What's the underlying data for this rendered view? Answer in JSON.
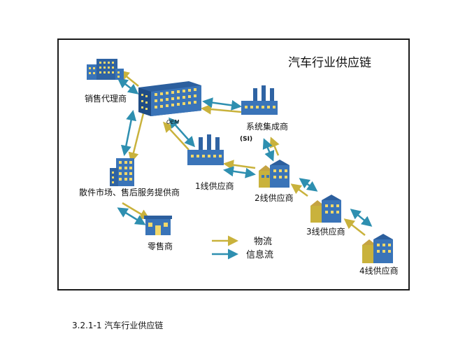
{
  "title": "汽车行业供应链",
  "colors": {
    "physical_flow": "#c9b23c",
    "info_flow": "#2e8fb0",
    "building": "#3a74b8",
    "window": "#f2d86a"
  },
  "nodes": {
    "oem": "OEM",
    "dealer": "销售代理商",
    "system_integrator": "系统集成商",
    "si_tag": "(SI)",
    "tier1": "1线供应商",
    "tier2": "2线供应商",
    "tier3": "3线供应商",
    "tier4": "4线供应商",
    "parts_market": "散件市场、售后服务提供商",
    "retailer": "零售商"
  },
  "legend": {
    "physical_flow": "物流",
    "info_flow": "信息流"
  },
  "caption": "3.2.1-1  汽车行业供应链"
}
